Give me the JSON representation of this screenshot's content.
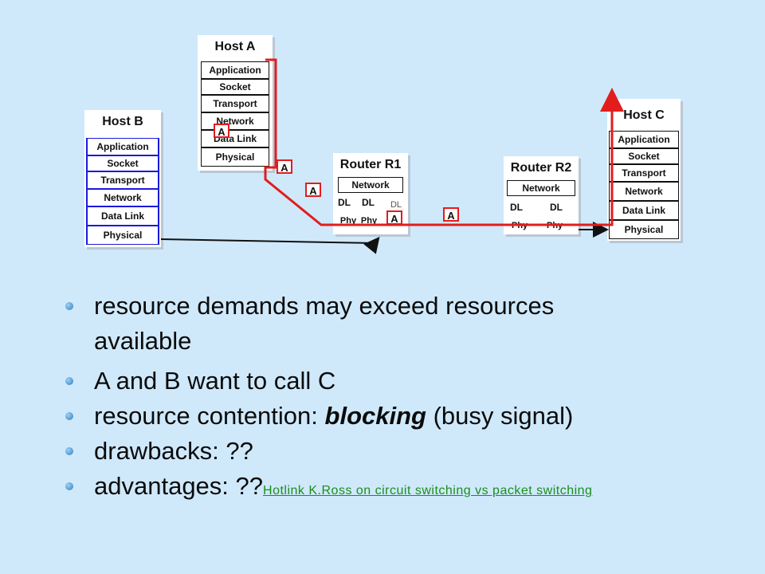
{
  "hosts": {
    "host_a": {
      "title": "Host A",
      "layers": [
        "Application",
        "Socket",
        "Transport",
        "Network",
        "Data Link",
        "Physical"
      ]
    },
    "host_b": {
      "title": "Host B",
      "layers": [
        "Application",
        "Socket",
        "Transport",
        "Network",
        "Data Link",
        "Physical"
      ]
    },
    "host_c": {
      "title": "Host C",
      "layers": [
        "Application",
        "Socket",
        "Transport",
        "Network",
        "Data Link",
        "Physical"
      ]
    }
  },
  "routers": {
    "r1": {
      "title": "Router R1",
      "network": "Network",
      "dl_left": "DL",
      "dl_right": "DL",
      "dl_extra": "DL",
      "phy_left": "Phy",
      "phy_right": "Phy"
    },
    "r2": {
      "title": "Router R2",
      "network": "Network",
      "dl_left": "DL",
      "dl_right": "DL",
      "phy_left": "Phy",
      "phy_right": "Phy"
    }
  },
  "packet_label": "A",
  "colors": {
    "background": "#cfe9fb",
    "host_b_stack": "#1a1adc",
    "host_a_path": "#e21d1d",
    "bullet_dot": "#2c7fc2",
    "link": "#1a8f1a"
  },
  "bullets": [
    {
      "line1": "resource demands may exceed resources",
      "line2": "available"
    },
    {
      "text": "A and B want to call C"
    },
    {
      "before": "resource contention: ",
      "emph": "blocking",
      "after": " (busy signal)"
    },
    {
      "text": "drawbacks: ??"
    },
    {
      "text": "advantages: ??",
      "link_text": "Hotlink K.Ross on circuit switching vs packet switching"
    }
  ]
}
